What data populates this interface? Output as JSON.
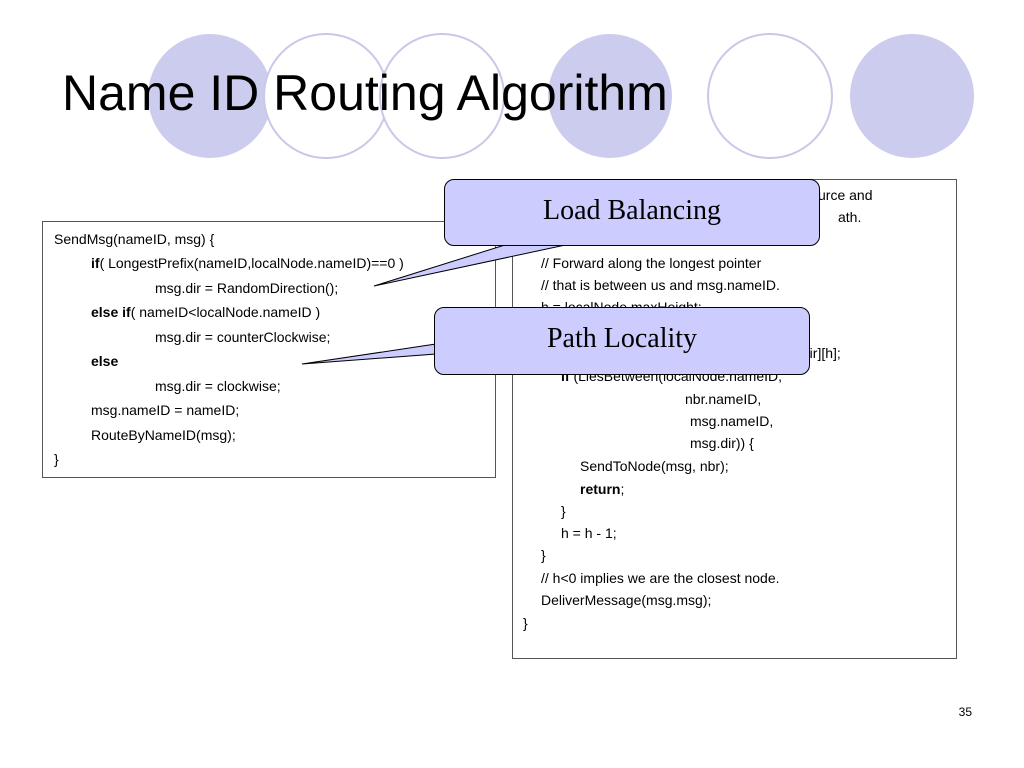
{
  "slide": {
    "title": "Name ID Routing Algorithm",
    "slide_number": "35"
  },
  "decoration": {
    "circle_fill": "#ccccee",
    "circle_stroke": "#ccccee",
    "outline_stroke": "#c8c8e8"
  },
  "callouts": {
    "load_balancing": "Load Balancing",
    "path_locality": "Path Locality",
    "fill": "#ccccff"
  },
  "send_msg_code": [
    [
      {
        "t": "SendMsg(nameID, msg) {"
      }
    ],
    [
      {
        "t": "if",
        "b": true
      },
      {
        "t": "( LongestPrefix(nameID,localNode.nameID)==0 )"
      }
    ],
    [
      {
        "t": "msg.dir = RandomDirection();"
      }
    ],
    [
      {
        "t": "else if",
        "b": true
      },
      {
        "t": "( nameID<localNode.nameID )"
      }
    ],
    [
      {
        "t": "msg.dir = counterClockwise;"
      }
    ],
    [
      {
        "t": "else",
        "b": true
      }
    ],
    [
      {
        "t": "msg.dir = clockwise;"
      }
    ],
    [
      {
        "t": "msg.nameID = nameID;"
      }
    ],
    [
      {
        "t": "RouteByNameID(msg);"
      }
    ],
    [
      {
        "t": "}"
      }
    ]
  ],
  "route_code": [
    [
      {
        "t": "urce and"
      }
    ],
    [
      {
        "t": "ath."
      }
    ],
    [
      {
        "t": ""
      }
    ],
    [
      {
        "t": "// Forward along the longest pointer"
      }
    ],
    [
      {
        "t": "// that is between us and msg.nameID."
      }
    ],
    [
      {
        "t": "h = localNode.maxHeight;"
      }
    ],
    [
      {
        "t": ""
      }
    ],
    [
      {
        "t": ".dir][h];"
      }
    ],
    [
      {
        "t": "if",
        "b": true
      },
      {
        "t": " (LiesBetween(localNode.nameID,"
      }
    ],
    [
      {
        "t": "nbr.nameID,"
      }
    ],
    [
      {
        "t": "msg.nameID,"
      }
    ],
    [
      {
        "t": "msg.dir)) {"
      }
    ],
    [
      {
        "t": "SendToNode(msg, nbr);"
      }
    ],
    [
      {
        "t": "return",
        "b": true
      },
      {
        "t": ";"
      }
    ],
    [
      {
        "t": "}"
      }
    ],
    [
      {
        "t": "h = h - 1;"
      }
    ],
    [
      {
        "t": "}"
      }
    ],
    [
      {
        "t": "// h<0 implies we are the closest node."
      }
    ],
    [
      {
        "t": "DeliverMessage(msg.msg);"
      }
    ],
    [
      {
        "t": "}"
      }
    ]
  ]
}
